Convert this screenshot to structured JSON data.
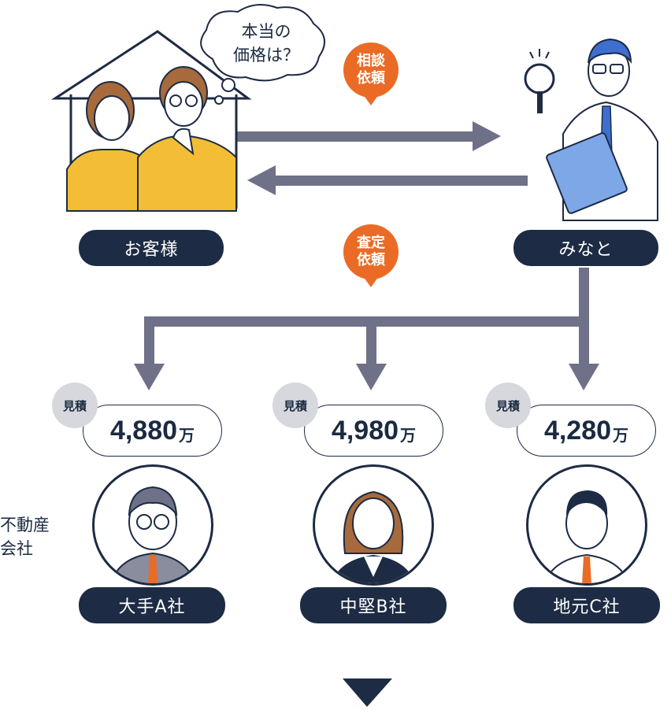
{
  "customer": {
    "label": "お客様",
    "thought_line1": "本当の",
    "thought_line2": "価格は？"
  },
  "consultant": {
    "label": "みなと"
  },
  "consult_badge": {
    "line1": "相談",
    "line2": "依頼"
  },
  "appraisal_badge": {
    "line1": "査定",
    "line2": "依頼"
  },
  "realtor_caption": {
    "line1": "不動産",
    "line2": "会社"
  },
  "estimate_tag": "見積",
  "companies": [
    {
      "name": "大手A社",
      "amount": "4,880",
      "unit": "万"
    },
    {
      "name": "中堅B社",
      "amount": "4,980",
      "unit": "万"
    },
    {
      "name": "地元C社",
      "amount": "4,280",
      "unit": "万"
    }
  ],
  "colors": {
    "navy": "#1d2b44",
    "orange": "#ea6b25",
    "arrow_gray": "#6e7187",
    "yellow": "#f3bd35",
    "gray_badge": "#d6d8dd"
  }
}
